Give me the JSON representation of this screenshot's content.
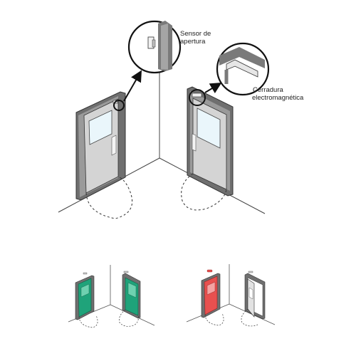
{
  "labels": {
    "sensor_line1": "Sensor de",
    "sensor_line2": "apertura",
    "lock_line1": "Cerradura",
    "lock_line2": "electromagnética"
  },
  "colors": {
    "door_open_state": "#1fa37a",
    "door_alarm_state": "#e8504f",
    "door_default": "#d4d4d4",
    "frame": "#6f6f6f",
    "glass": "#eaf6fb",
    "line": "#333333"
  },
  "icons": {
    "sensor_callout": "magnifier-callout-sensor-icon",
    "lock_callout": "magnifier-callout-lock-icon"
  }
}
